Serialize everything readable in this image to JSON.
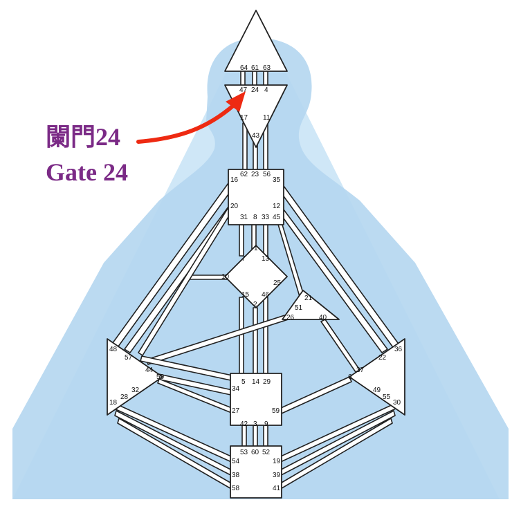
{
  "annotation": {
    "chinese": "闌門24",
    "english": "Gate 24"
  },
  "colors": {
    "background_triangle": "#cfe7f7",
    "silhouette": "#b4d6ef",
    "center_fill": "#ffffff",
    "stroke": "#222222",
    "arrow": "#ee2a12",
    "label": "#7b2a86"
  },
  "gates": {
    "g64": "64",
    "g61": "61",
    "g63": "63",
    "g47": "47",
    "g24": "24",
    "g4": "4",
    "g17": "17",
    "g11": "11",
    "g43": "43",
    "g62": "62",
    "g23": "23",
    "g56": "56",
    "g16": "16",
    "g35": "35",
    "g20": "20",
    "g12": "12",
    "g31": "31",
    "g8": "8",
    "g33": "33",
    "g45": "45",
    "g1": "1",
    "g7": "7",
    "g13": "13",
    "g10": "10",
    "g25": "25",
    "g15": "15",
    "g46": "46",
    "g2": "2",
    "g21": "21",
    "g51": "51",
    "g26": "26",
    "g40": "40",
    "g48": "48",
    "g57": "57",
    "g44": "44",
    "g50": "50",
    "g32": "32",
    "g28": "28",
    "g18": "18",
    "g36": "36",
    "g22": "22",
    "g37": "37",
    "g6": "6",
    "g49": "49",
    "g55": "55",
    "g30": "30",
    "g34": "34",
    "g5": "5",
    "g14": "14",
    "g29": "29",
    "g27": "27",
    "g59": "59",
    "g42": "42",
    "g3": "3",
    "g9": "9",
    "g53": "53",
    "g60": "60",
    "g52": "52",
    "g54": "54",
    "g19": "19",
    "g38": "38",
    "g39": "39",
    "g58": "58",
    "g41": "41"
  }
}
